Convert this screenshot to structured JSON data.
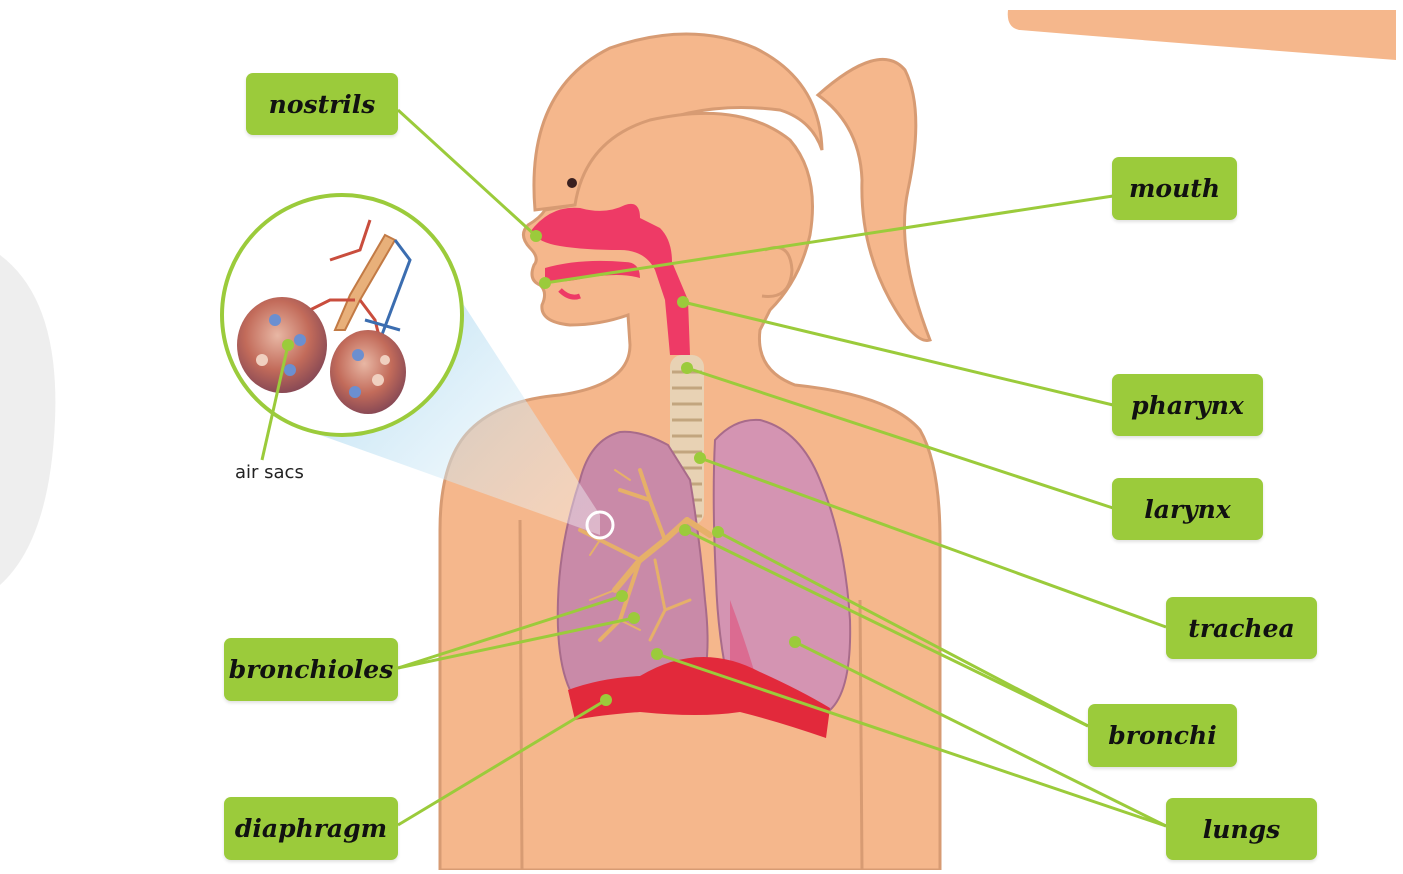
{
  "labels": {
    "nostrils": "nostrils",
    "mouth": "mouth",
    "pharynx": "pharynx",
    "larynx": "larynx",
    "trachea": "trachea",
    "bronchi": "bronchi",
    "bronchioles": "bronchioles",
    "lungs": "lungs",
    "diaphragm": "diaphragm"
  },
  "inset": {
    "caption": "air sacs"
  },
  "colors": {
    "skin": "#f5b78c",
    "hair": "#f5b78c",
    "airway": "#ee3a66",
    "lung": "#c98aa8",
    "diaphragm": "#e2293b",
    "label_bg": "#9bcb3b",
    "leader": "#9bcb3b",
    "callout": "#c9e6f5"
  }
}
